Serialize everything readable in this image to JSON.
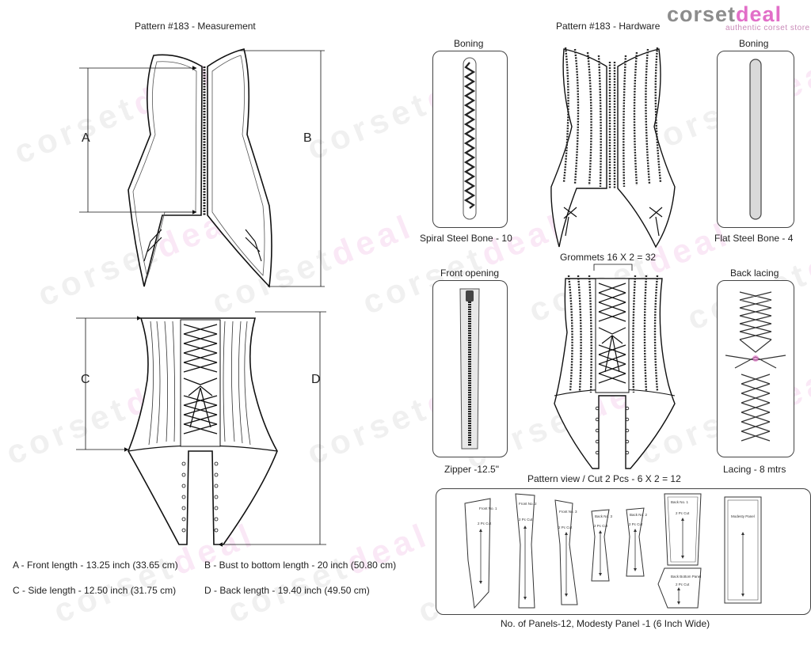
{
  "brand": {
    "name_a": "corset",
    "name_b": "deal",
    "tagline": "authentic corset store"
  },
  "measurement": {
    "title": "Pattern #183  -  Measurement",
    "labels": {
      "a": "A",
      "b": "B",
      "c": "C",
      "d": "D"
    },
    "notes": [
      "A - Front length - 13.25 inch (33.65 cm)",
      "B - Bust to bottom length - 20 inch (50.80 cm)",
      "C - Side length - 12.50 inch (31.75 cm)",
      "D - Back length - 19.40 inch (49.50 cm)"
    ]
  },
  "hardware": {
    "title": "Pattern #183  -  Hardware",
    "boning_left_title": "Boning",
    "boning_left_caption": "Spiral Steel Bone - 10",
    "boning_right_title": "Boning",
    "boning_right_caption": "Flat Steel Bone - 4",
    "grommets": "Grommets 16 X 2 = 32",
    "front_opening_title": "Front opening",
    "front_opening_caption": "Zipper -12.5\"",
    "back_lacing_title": "Back lacing",
    "back_lacing_caption": "Lacing - 8 mtrs"
  },
  "pattern_view": {
    "title": "Pattern view  /  Cut 2 Pcs - 6 X 2 = 12",
    "caption": "No. of Panels-12, Modesty Panel -1 (6 Inch Wide)",
    "pieces": [
      {
        "name": "Front No. 1",
        "cut": "2 Pc Cut"
      },
      {
        "name": "Front No. 2",
        "cut": "2 Pc Cut"
      },
      {
        "name": "Front No. 3",
        "cut": "2 Pc Cut"
      },
      {
        "name": "Back No. 3",
        "cut": "2 Pc Cut"
      },
      {
        "name": "Back No. 2",
        "cut": "2 Pc Cut"
      },
      {
        "name": "Back No. 1",
        "cut": "2 Pc Cut"
      },
      {
        "name": "Back Bottom Panel",
        "cut": "2 Pc Cut"
      },
      {
        "name": "Modesty Panel",
        "cut": ""
      }
    ]
  }
}
